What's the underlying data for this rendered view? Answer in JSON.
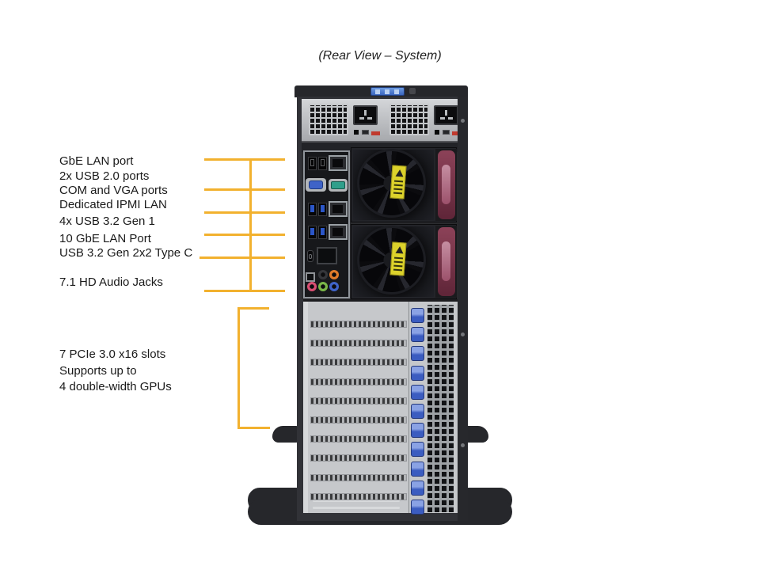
{
  "title": "(Rear View – System)",
  "callouts": {
    "top": [
      {
        "label": "GbE LAN port"
      },
      {
        "label": "2x USB 2.0 ports"
      },
      {
        "label": "COM and VGA ports"
      },
      {
        "label": "Dedicated IPMI LAN"
      },
      {
        "label": "4x USB 3.2 Gen 1"
      },
      {
        "label": "10 GbE LAN Port"
      },
      {
        "label": "USB 3.2 Gen 2x2 Type C"
      },
      {
        "label": "7.1 HD Audio Jacks"
      }
    ],
    "bottom": [
      "7 PCIe 3.0 x16 slots",
      "Supports up to",
      "4 double-width GPUs"
    ]
  },
  "icons": {
    "usb2_port": "usb2-port-icon",
    "usb3_port": "usb3-port-icon",
    "usb_c_port": "usb-c-port-icon",
    "lan_port": "rj45-lan-port-icon",
    "vga_port": "vga-port-icon",
    "com_port": "com-port-icon",
    "spdif_port": "optical-spdif-icon",
    "audio_jack": "audio-jack-icon",
    "fan": "cooling-fan-icon",
    "psu_inlet": "ac-inlet-icon"
  },
  "colors": {
    "callout_line": "#F2B12E",
    "chassis_dark": "#2A2B2F",
    "psu_silver": "#B9BCC0",
    "pcie_panel_gray": "#C6C8CB",
    "slot_clip_blue": "#4B6FD0",
    "fan_handle_maroon": "#7C3A52",
    "fan_warning_label_yellow": "#DCD22B",
    "vga_blue": "#3F63C8",
    "com_teal": "#2F9F8B",
    "logo_badge_blue": "#4C7FD6",
    "audio_orange": "#E07B2A",
    "audio_pink": "#D94F72",
    "audio_green": "#7AB648",
    "audio_blue": "#3F63C8"
  }
}
